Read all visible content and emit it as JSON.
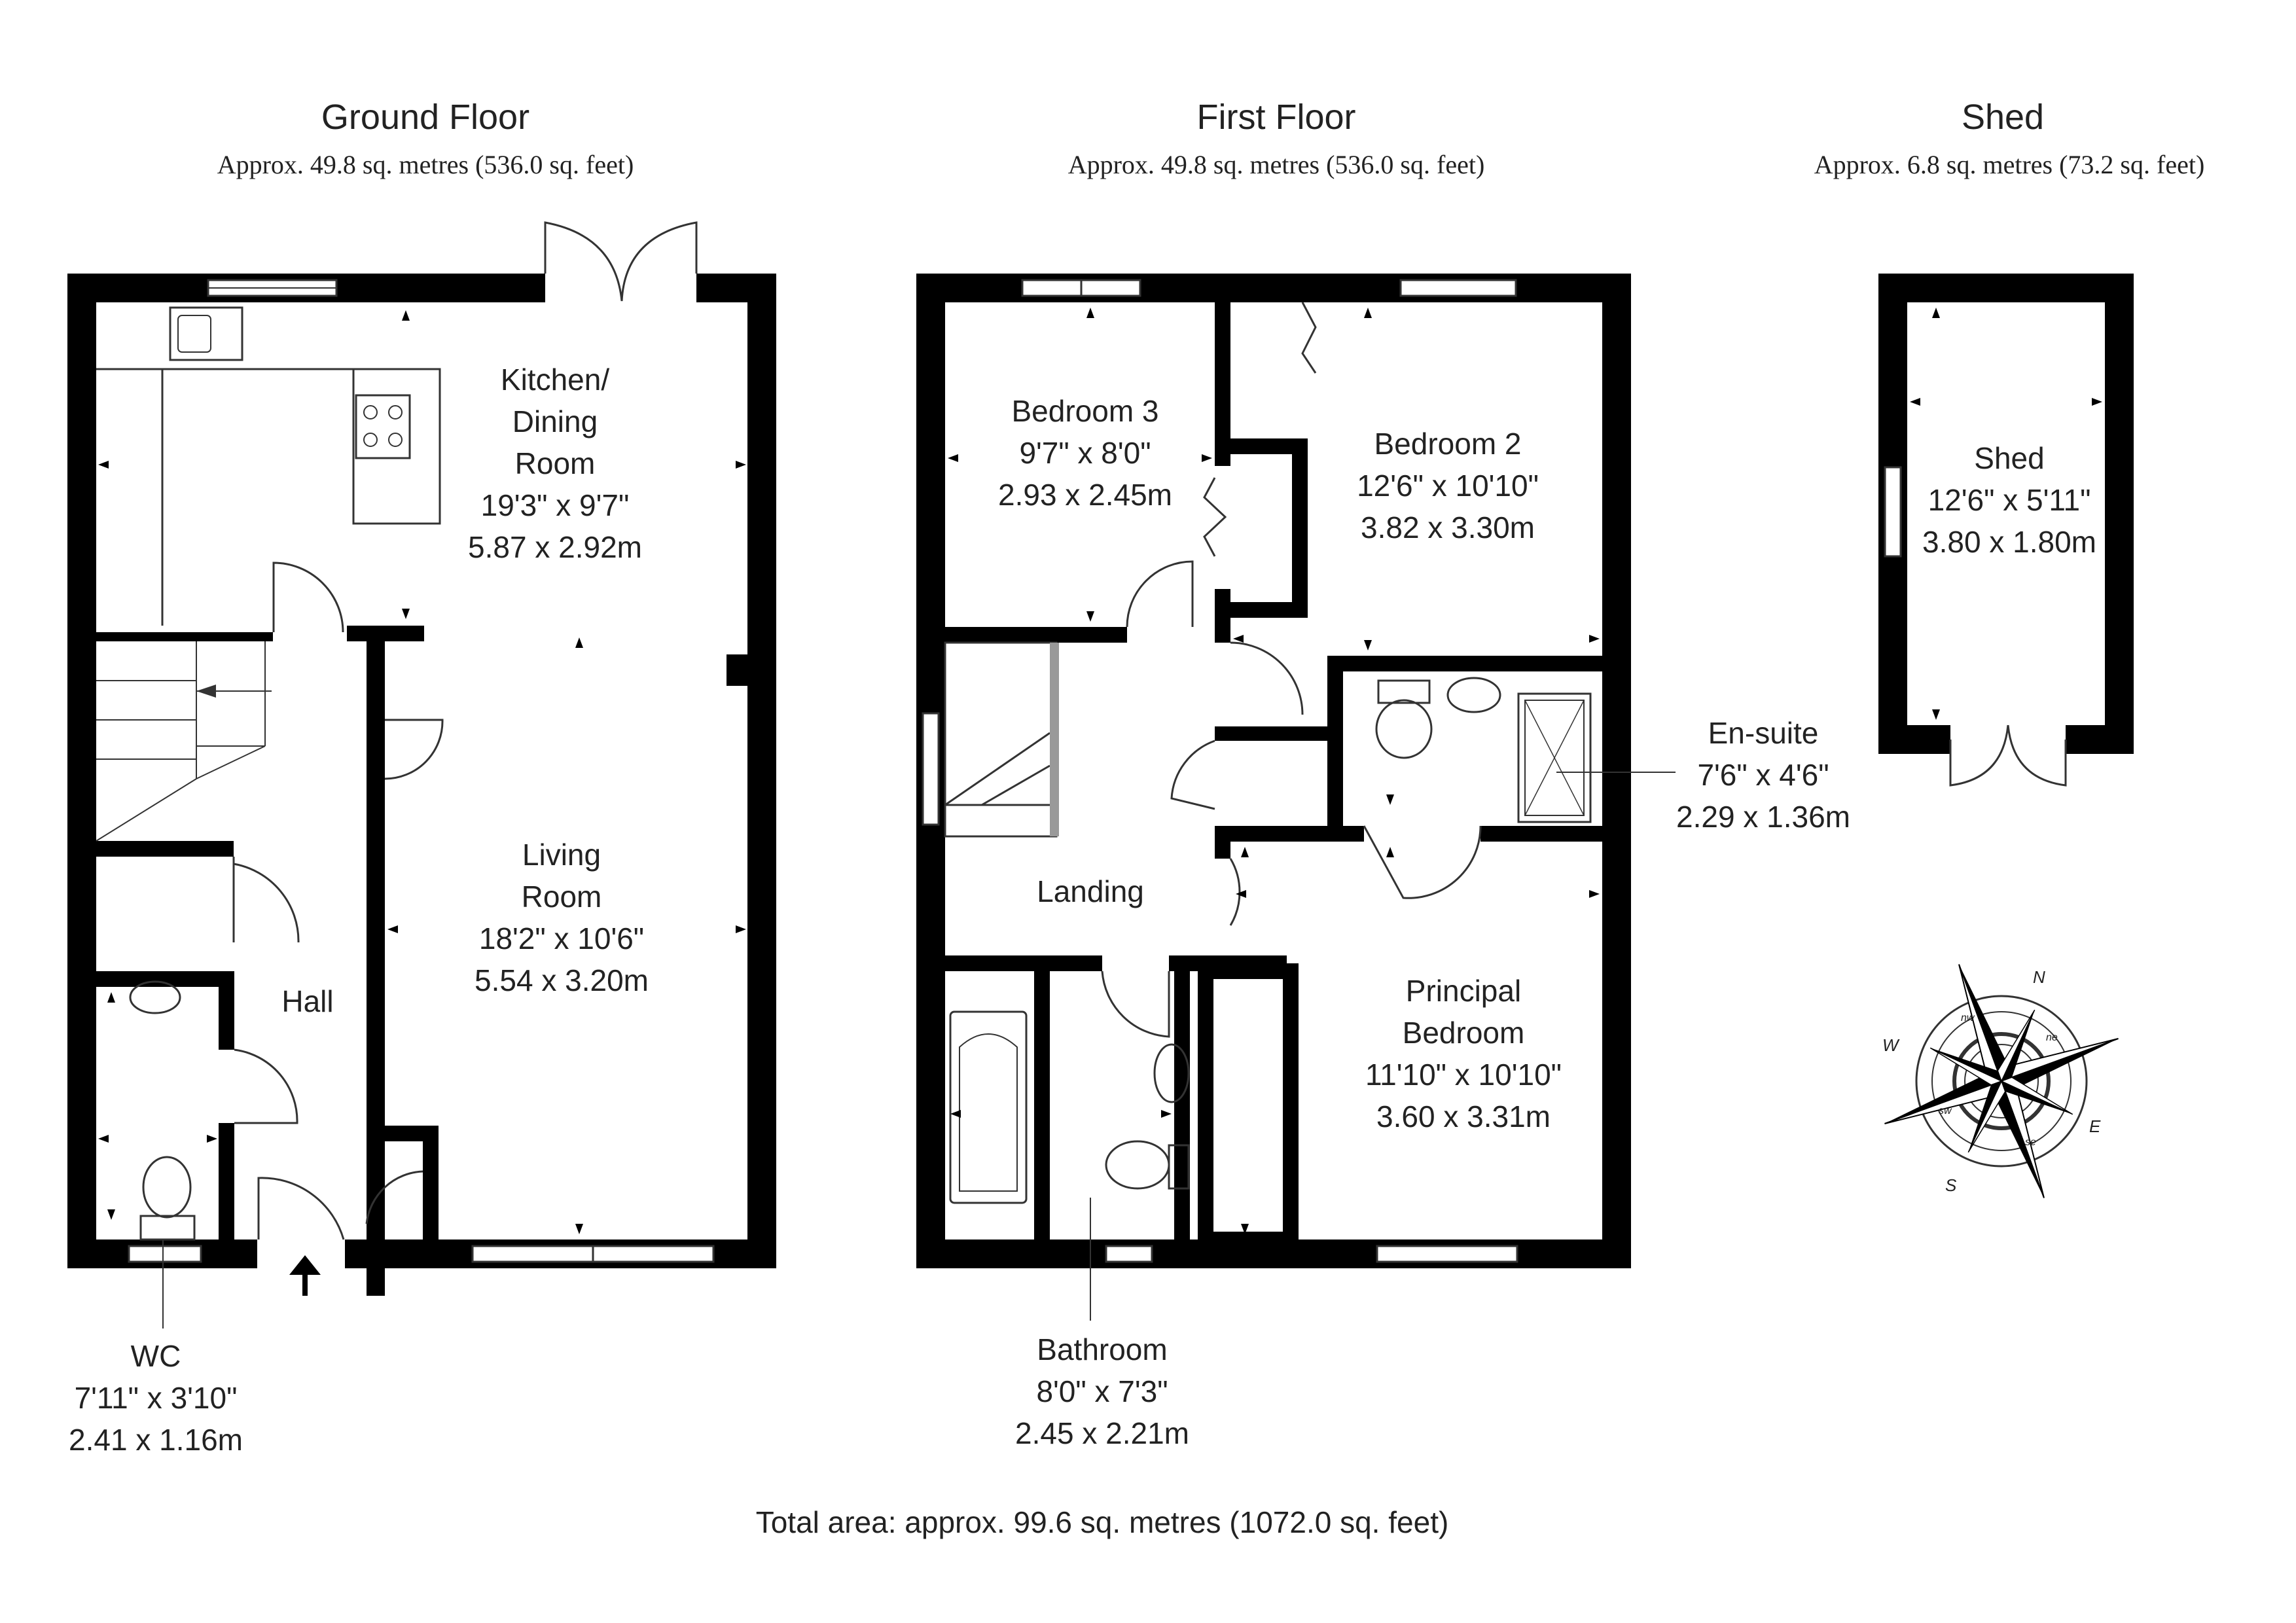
{
  "floors": {
    "ground": {
      "title": "Ground Floor",
      "area": "Approx. 49.8 sq. metres (536.0 sq. feet)"
    },
    "first": {
      "title": "First Floor",
      "area": "Approx. 49.8 sq. metres (536.0 sq. feet)"
    },
    "shed": {
      "title": "Shed",
      "area": "Approx. 6.8 sq. metres (73.2 sq. feet)"
    }
  },
  "rooms": {
    "kitchen": {
      "name1": "Kitchen/",
      "name2": "Dining",
      "name3": "Room",
      "imperial": "19'3\" x 9'7\"",
      "metric": "5.87 x 2.92m"
    },
    "living": {
      "name1": "Living",
      "name2": "Room",
      "imperial": "18'2\" x 10'6\"",
      "metric": "5.54 x 3.20m"
    },
    "hall": {
      "name": "Hall"
    },
    "wc": {
      "name": "WC",
      "imperial": "7'11\" x 3'10\"",
      "metric": "2.41 x 1.16m"
    },
    "bedroom3": {
      "name": "Bedroom 3",
      "imperial": "9'7\" x 8'0\"",
      "metric": "2.93 x 2.45m"
    },
    "bedroom2": {
      "name": "Bedroom 2",
      "imperial": "12'6\" x 10'10\"",
      "metric": "3.82 x 3.30m"
    },
    "ensuite": {
      "name": "En-suite",
      "imperial": "7'6\" x 4'6\"",
      "metric": "2.29 x 1.36m"
    },
    "landing": {
      "name": "Landing"
    },
    "principal": {
      "name1": "Principal",
      "name2": "Bedroom",
      "imperial": "11'10\" x 10'10\"",
      "metric": "3.60 x 3.31m"
    },
    "bathroom": {
      "name": "Bathroom",
      "imperial": "8'0\" x 7'3\"",
      "metric": "2.45 x 2.21m"
    },
    "shed": {
      "name": "Shed",
      "imperial": "12'6\" x 5'11\"",
      "metric": "3.80 x 1.80m"
    }
  },
  "compass": {
    "n": "N",
    "s": "S",
    "e": "E",
    "w": "W",
    "nw": "nw",
    "ne": "ne",
    "sw": "sw",
    "se": "se",
    "icon": "compass-rose-icon"
  },
  "total_area": "Total area: approx. 99.6 sq. metres (1072.0 sq. feet)",
  "colors": {
    "wall": "#000000",
    "line": "#333333",
    "text": "#222222",
    "window": "#ffffff"
  }
}
